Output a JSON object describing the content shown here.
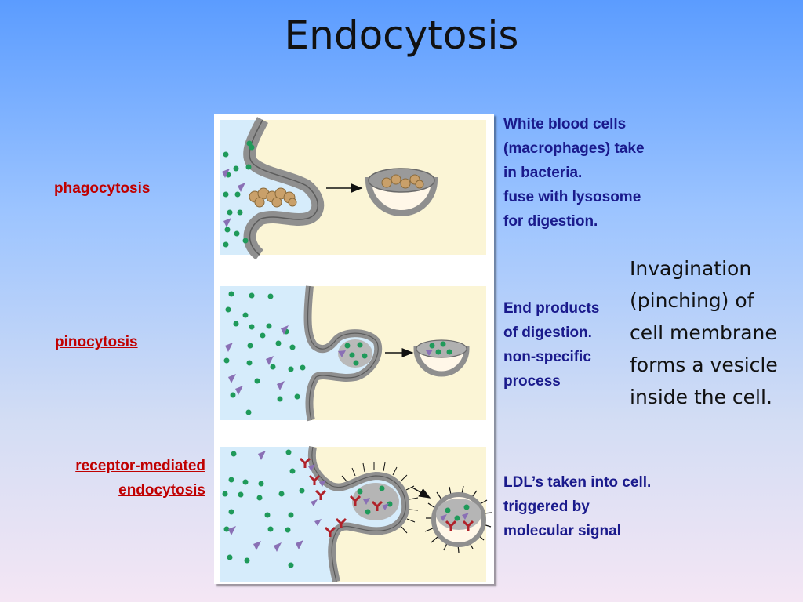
{
  "slide": {
    "title": "Endocytosis",
    "terms": {
      "phagocytosis": "phagocytosis",
      "pinocytosis": "pinocytosis",
      "receptor_line1": "receptor-mediated",
      "receptor_line2": "endocytosis"
    },
    "descriptions": {
      "phago": [
        "White blood cells",
        "(macrophages) take",
        "in bacteria.",
        "fuse with lysosome",
        "for digestion."
      ],
      "pino": [
        "End products",
        "of digestion.",
        "non-specific",
        "process"
      ],
      "receptor": [
        "LDL’s taken into cell.",
        "triggered by",
        "molecular signal"
      ]
    },
    "side_note": [
      "Invagination",
      "(pinching) of",
      "cell membrane",
      "forms a vesicle",
      "inside the cell."
    ]
  },
  "colors": {
    "outside": "#d6ecfb",
    "inside": "#fbf5d6",
    "membrane": "#8f8f8f",
    "particle": "#1f9a5a",
    "triangle": "#8a70b5",
    "receptor": "#b0222a",
    "term": "#c00000",
    "description": "#1a1a8c"
  }
}
